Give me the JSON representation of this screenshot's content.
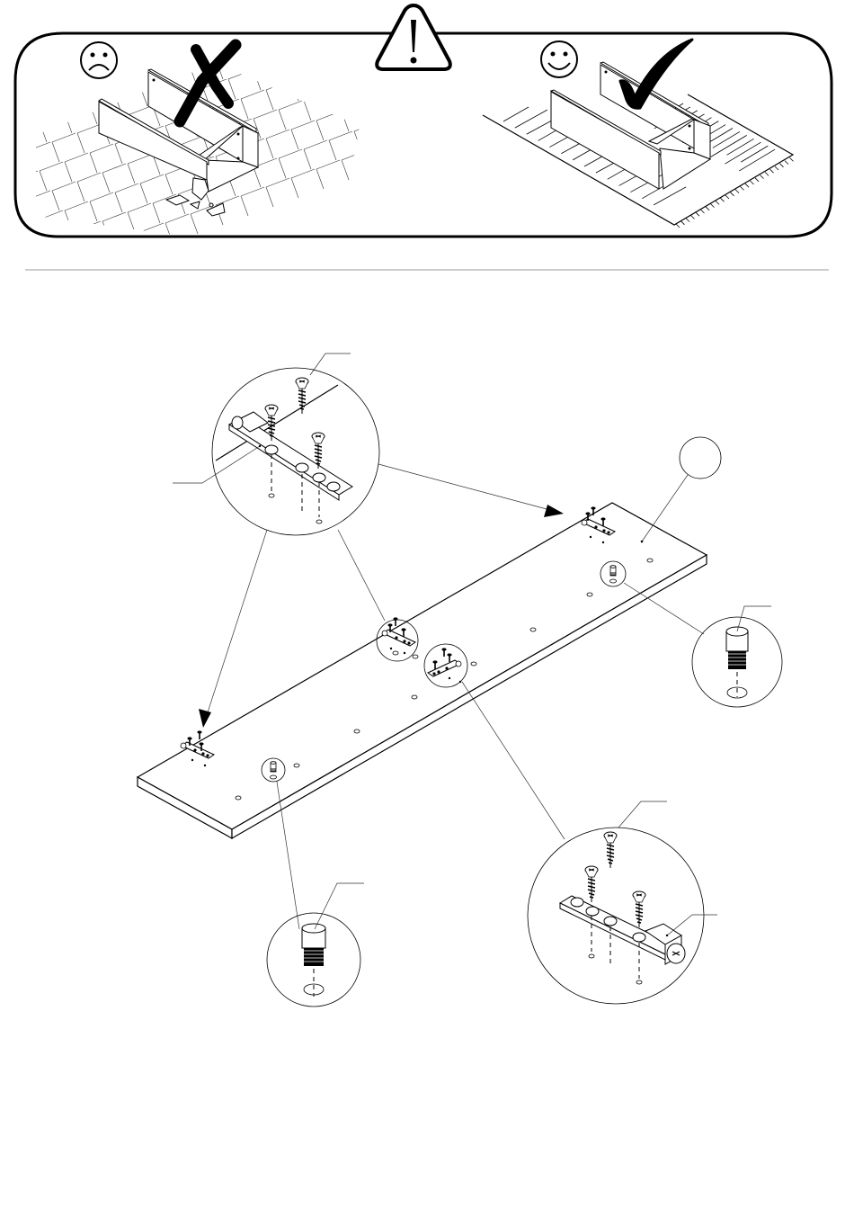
{
  "page": {
    "type": "assembly-instruction",
    "background": "#ffffff",
    "ink": "#000000",
    "divider_color": "#bbbbbb"
  },
  "warning_panel": {
    "warning_icon": "warning-triangle-icon",
    "wrong": {
      "face_icon": "sad-face-icon",
      "mark_icon": "cross-x-icon",
      "surface": "hard-tiled-floor",
      "result": "damaged-panel-corner"
    },
    "right": {
      "face_icon": "smiley-face-icon",
      "mark_icon": "checkmark-icon",
      "surface": "soft-rug"
    }
  },
  "assembly": {
    "main_part": "long-panel",
    "part_callout_bubble": "",
    "hinge_plates_on_panel": 3,
    "dowel_pins_on_panel": 2,
    "details": [
      {
        "name": "hinge-plate-detail-top",
        "screws": 3,
        "label": ""
      },
      {
        "name": "hinge-plate-detail-bottom",
        "screws": 3,
        "label": ""
      },
      {
        "name": "dowel-pin-detail-right",
        "label": ""
      },
      {
        "name": "dowel-pin-detail-bottom",
        "label": ""
      }
    ]
  }
}
